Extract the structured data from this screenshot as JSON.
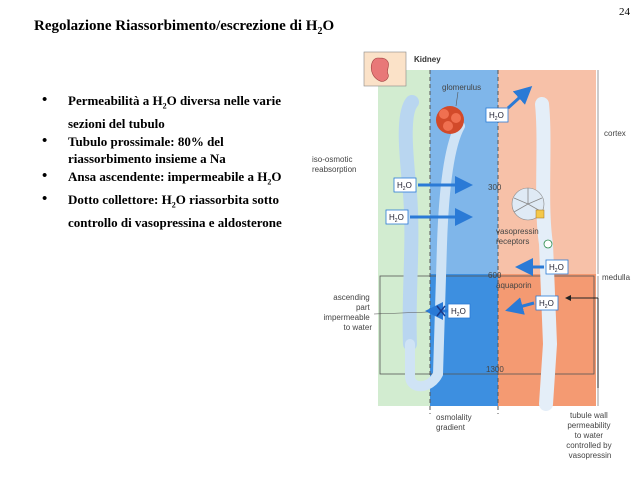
{
  "page_number": "24",
  "title": {
    "text_before": "Regolazione Riassorbimento/escrezione di H",
    "sub": "2",
    "text_after": "O"
  },
  "bullets": [
    {
      "pre": "Permeabilità a H",
      "sub": "2",
      "post": "O diversa nelle varie sezioni del tubulo"
    },
    {
      "pre": "Tubulo prossimale: 80% del riassorbimento insieme a Na",
      "sub": "",
      "post": ""
    },
    {
      "pre": "Ansa ascendente: impermeabile a H",
      "sub": "2",
      "post": "O"
    },
    {
      "pre": "Dotto collettore: H",
      "sub": "2",
      "post": "O riassorbita sotto controllo di vasopressina e aldosterone"
    }
  ],
  "diagram": {
    "kidney": "Kidney",
    "glomerulus": "glomerulus",
    "cortex": "cortex",
    "medulla": "medulla",
    "iso_osmotic": [
      "iso-osmotic",
      "reabsorption"
    ],
    "vasopressin_receptors": [
      "vasopressin",
      "receptors"
    ],
    "aquaporin": "aquaporin",
    "ascending": [
      "ascending",
      "part",
      "impermeable",
      "to water"
    ],
    "osmolality": [
      "osmolality",
      "gradient"
    ],
    "tubule_wall": [
      "tubule wall",
      "permeability",
      "to water",
      "controlled by",
      "vasopressin"
    ],
    "osm_300": "300",
    "osm_600": "600",
    "osm_1300": "1300",
    "h2o_main": "H",
    "h2o_sub": "2",
    "h2o_end": "O",
    "colors": {
      "blue_zone": "#3d8fe0",
      "orange_zone": "#f49a72",
      "green_zone": "#d2ecd0",
      "arrow": "#2a7ad6"
    }
  }
}
